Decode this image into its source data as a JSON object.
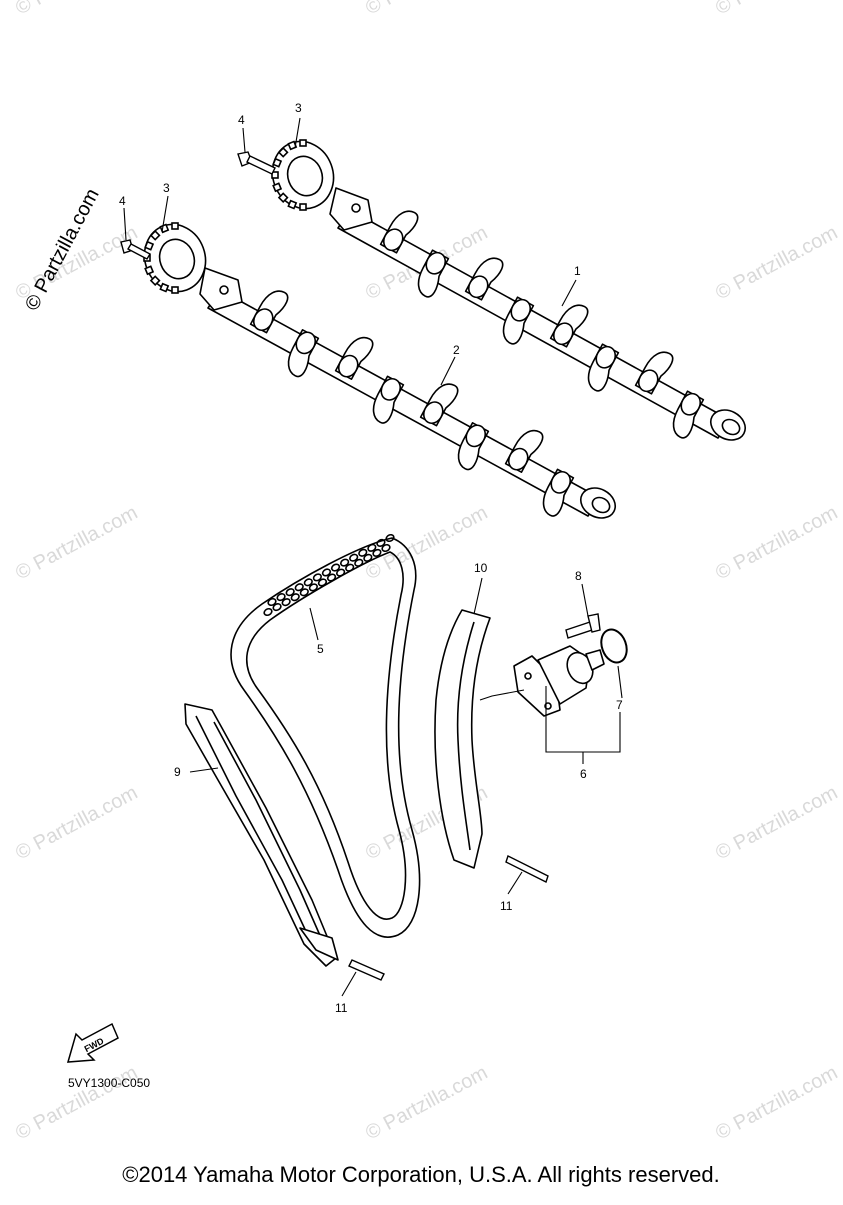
{
  "watermark": {
    "text": "© Partzilla.com"
  },
  "side_watermark": "© Partzilla.com",
  "callouts": {
    "c1": "1",
    "c2": "2",
    "c3a": "3",
    "c3b": "3",
    "c4a": "4",
    "c4b": "4",
    "c5": "5",
    "c6": "6",
    "c7": "7",
    "c8": "8",
    "c9": "9",
    "c10": "10",
    "c11a": "11",
    "c11b": "11"
  },
  "fwd_label": "FWD",
  "diagram_code": "5VY1300-C050",
  "copyright": "©2014 Yamaha Motor Corporation, U.S.A. All rights reserved."
}
